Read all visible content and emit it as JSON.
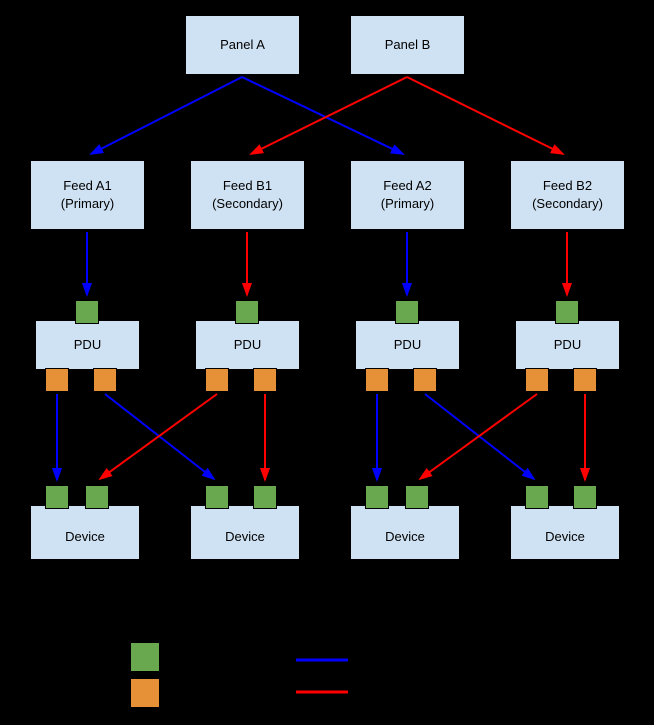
{
  "diagram": {
    "nodes": {
      "panel_a": {
        "label": "Panel A"
      },
      "panel_b": {
        "label": "Panel B"
      },
      "feed_a1": {
        "line1": "Feed A1",
        "line2": "(Primary)"
      },
      "feed_b1": {
        "line1": "Feed B1",
        "line2": "(Secondary)"
      },
      "feed_a2": {
        "line1": "Feed A2",
        "line2": "(Primary)"
      },
      "feed_b2": {
        "line1": "Feed B2",
        "line2": "(Secondary)"
      },
      "pdu1": {
        "label": "PDU"
      },
      "pdu2": {
        "label": "PDU"
      },
      "pdu3": {
        "label": "PDU"
      },
      "pdu4": {
        "label": "PDU"
      },
      "device1": {
        "label": "Device"
      },
      "device2": {
        "label": "Device"
      },
      "device3": {
        "label": "Device"
      },
      "device4": {
        "label": "Device"
      }
    },
    "connections": [
      {
        "from": "panel_a",
        "to": "feed_a1",
        "color": "#0000ff"
      },
      {
        "from": "panel_a",
        "to": "feed_a2",
        "color": "#0000ff"
      },
      {
        "from": "panel_b",
        "to": "feed_b1",
        "color": "#ff0000"
      },
      {
        "from": "panel_b",
        "to": "feed_b2",
        "color": "#ff0000"
      },
      {
        "from": "feed_a1",
        "to": "pdu1",
        "color": "#0000ff"
      },
      {
        "from": "feed_b1",
        "to": "pdu2",
        "color": "#ff0000"
      },
      {
        "from": "feed_a2",
        "to": "pdu3",
        "color": "#0000ff"
      },
      {
        "from": "feed_b2",
        "to": "pdu4",
        "color": "#ff0000"
      },
      {
        "from": "pdu1",
        "to": "device1",
        "color": "#0000ff"
      },
      {
        "from": "pdu1",
        "to": "device2",
        "color": "#0000ff"
      },
      {
        "from": "pdu2",
        "to": "device1",
        "color": "#ff0000"
      },
      {
        "from": "pdu2",
        "to": "device2",
        "color": "#ff0000"
      },
      {
        "from": "pdu3",
        "to": "device3",
        "color": "#0000ff"
      },
      {
        "from": "pdu3",
        "to": "device4",
        "color": "#0000ff"
      },
      {
        "from": "pdu4",
        "to": "device3",
        "color": "#ff0000"
      },
      {
        "from": "pdu4",
        "to": "device4",
        "color": "#ff0000"
      }
    ],
    "colors": {
      "background": "#000000",
      "box_fill": "#cfe2f3",
      "box_text": "#000000",
      "input_port_green": "#6aa84f",
      "output_port_orange": "#e69138",
      "a_path_blue": "#0000ff",
      "b_path_red": "#ff0000"
    },
    "legend": {
      "items": [
        {
          "swatch": "green-square",
          "color": "#6aa84f"
        },
        {
          "swatch": "orange-square",
          "color": "#e69138"
        },
        {
          "swatch": "blue-line",
          "color": "#0000ff"
        },
        {
          "swatch": "red-line",
          "color": "#ff0000"
        }
      ]
    }
  }
}
